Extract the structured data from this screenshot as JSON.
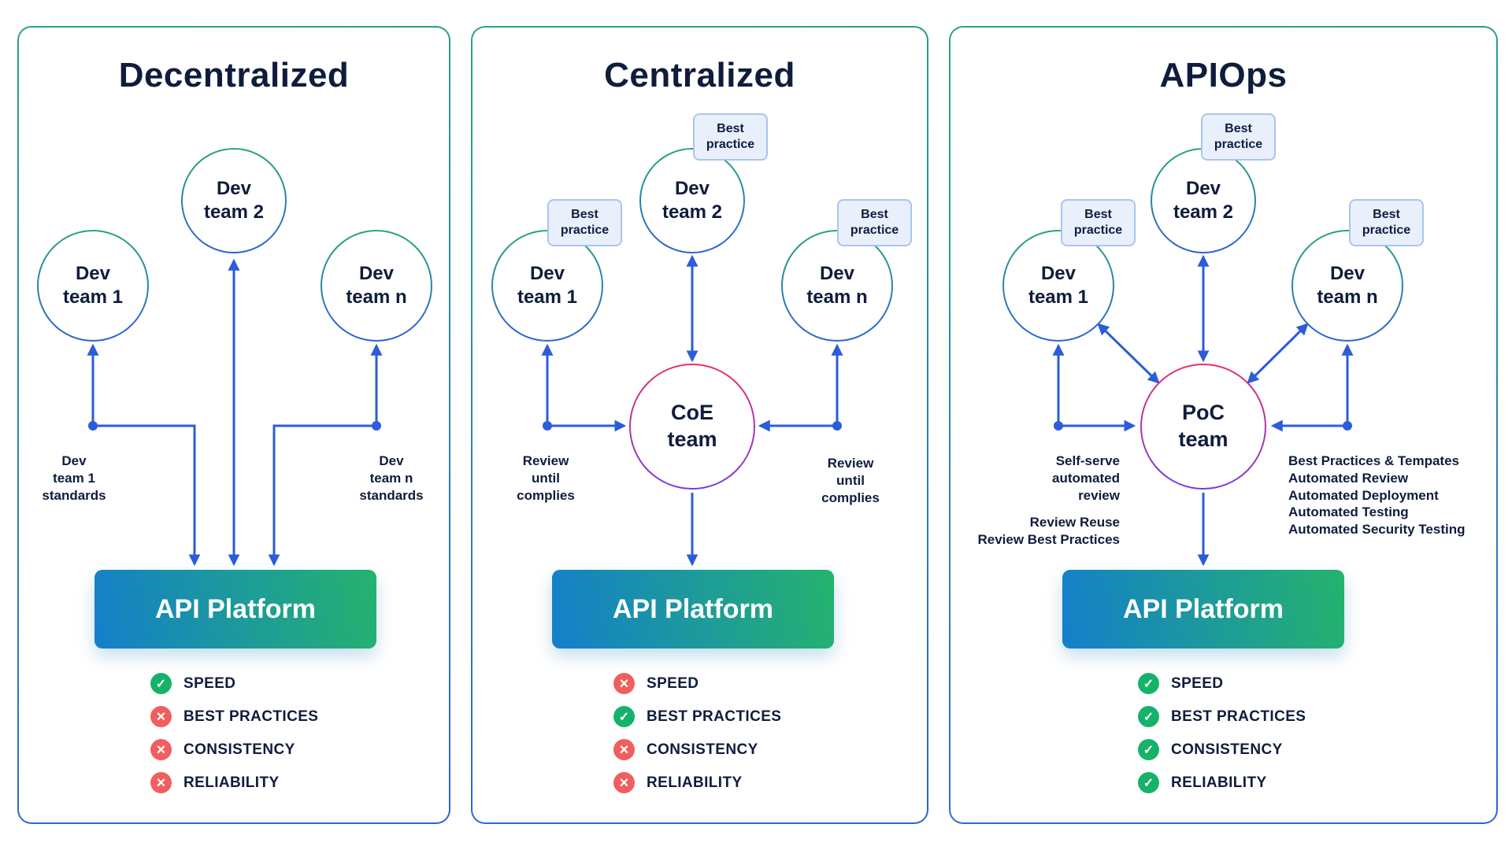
{
  "colors": {
    "navy_text": "#101c3c",
    "arrow_blue": "#2b5cd9",
    "pass_green": "#17b26a",
    "fail_red": "#f15e5e",
    "panel_border_start": "#2aa67c",
    "panel_border_end": "#2c63d6",
    "center_circle_border_start": "#e6316e",
    "center_circle_border_end": "#7a3ae2",
    "platform_gradient_start": "#147fcb",
    "platform_gradient_end": "#25b36d",
    "badge_bg": "#e9f0fc",
    "badge_border": "#aac4f0"
  },
  "panels": [
    {
      "title": "Decentralized",
      "teams": {
        "team1": "Dev\nteam 1",
        "team2": "Dev\nteam 2",
        "teamn": "Dev\nteam n"
      },
      "annotations": {
        "left": "Dev\nteam 1\nstandards",
        "right": "Dev\nteam n\nstandards"
      },
      "platform_label": "API Platform",
      "checklist": [
        {
          "label": "SPEED",
          "status": "pass"
        },
        {
          "label": "BEST PRACTICES",
          "status": "fail"
        },
        {
          "label": "CONSISTENCY",
          "status": "fail"
        },
        {
          "label": "RELIABILITY",
          "status": "fail"
        }
      ]
    },
    {
      "title": "Centralized",
      "badge_label": "Best practice",
      "teams": {
        "team1": "Dev\nteam 1",
        "team2": "Dev\nteam 2",
        "teamn": "Dev\nteam n"
      },
      "center_label": "CoE\nteam",
      "annotations": {
        "left": "Review\nuntil\ncomplies",
        "right": "Review\nuntil\ncomplies"
      },
      "platform_label": "API Platform",
      "checklist": [
        {
          "label": "SPEED",
          "status": "fail"
        },
        {
          "label": "BEST PRACTICES",
          "status": "pass"
        },
        {
          "label": "CONSISTENCY",
          "status": "fail"
        },
        {
          "label": "RELIABILITY",
          "status": "fail"
        }
      ]
    },
    {
      "title": "APIOps",
      "badge_label": "Best practice",
      "teams": {
        "team1": "Dev\nteam 1",
        "team2": "Dev\nteam 2",
        "teamn": "Dev\nteam n"
      },
      "center_label": "PoC\nteam",
      "annotations": {
        "left_top": "Self-serve\nautomated\nreview",
        "left_bottom": "Review Reuse\nReview Best Practices",
        "right_list": "Best Practices & Tempates\nAutomated Review\nAutomated Deployment\nAutomated Testing\nAutomated Security Testing"
      },
      "platform_label": "API Platform",
      "checklist": [
        {
          "label": "SPEED",
          "status": "pass"
        },
        {
          "label": "BEST PRACTICES",
          "status": "pass"
        },
        {
          "label": "CONSISTENCY",
          "status": "pass"
        },
        {
          "label": "RELIABILITY",
          "status": "pass"
        }
      ]
    }
  ]
}
